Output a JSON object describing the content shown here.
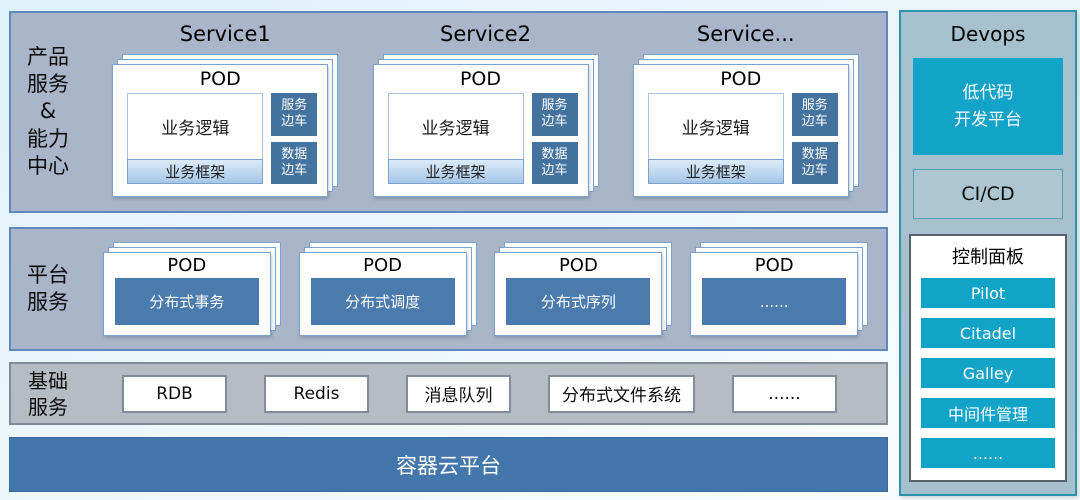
{
  "product_row": {
    "label": "产品\n服务\n&\n能力\n中心",
    "services": [
      {
        "title": "Service1",
        "pod_title": "POD",
        "logic": "业务逻辑",
        "frame": "业务框架",
        "sidecars": [
          "服务\n边车",
          "数据\n边车"
        ]
      },
      {
        "title": "Service2",
        "pod_title": "POD",
        "logic": "业务逻辑",
        "frame": "业务框架",
        "sidecars": [
          "服务\n边车",
          "数据\n边车"
        ]
      },
      {
        "title": "Service...",
        "pod_title": "POD",
        "logic": "业务逻辑",
        "frame": "业务框架",
        "sidecars": [
          "服务\n边车",
          "数据\n边车"
        ]
      }
    ]
  },
  "platform_row": {
    "label": "平台\n服务",
    "pods": [
      {
        "pod_title": "POD",
        "label": "分布式事务"
      },
      {
        "pod_title": "POD",
        "label": "分布式调度"
      },
      {
        "pod_title": "POD",
        "label": "分布式序列"
      },
      {
        "pod_title": "POD",
        "label": "......"
      }
    ]
  },
  "basic_row": {
    "label": "基础\n服务",
    "items": [
      "RDB",
      "Redis",
      "消息队列",
      "分布式文件系统",
      "......"
    ]
  },
  "container_platform": {
    "label": "容器云平台"
  },
  "devops": {
    "title": "Devops",
    "lowcode": "低代码\n开发平台",
    "cicd": "CI/CD",
    "control_panel": {
      "title": "控制面板",
      "buttons": [
        "Pilot",
        "Citadel",
        "Galley",
        "中间件管理",
        "......"
      ]
    }
  },
  "colors": {
    "row-bg": "#a9b6c9",
    "row-border": "#6189bc",
    "card-border": "#7ba1cd",
    "sidecar-blue": "#44739f",
    "bar-blue": "#4b7aad",
    "basic-bg": "#b5bcc4",
    "basic-border": "#828c98",
    "bottom-blue": "#4377ac",
    "devops-bg": "#a6c1cd",
    "devops-border": "#2e93ad",
    "accent-cyan": "#12a3c9",
    "panel-border": "#55616c"
  }
}
